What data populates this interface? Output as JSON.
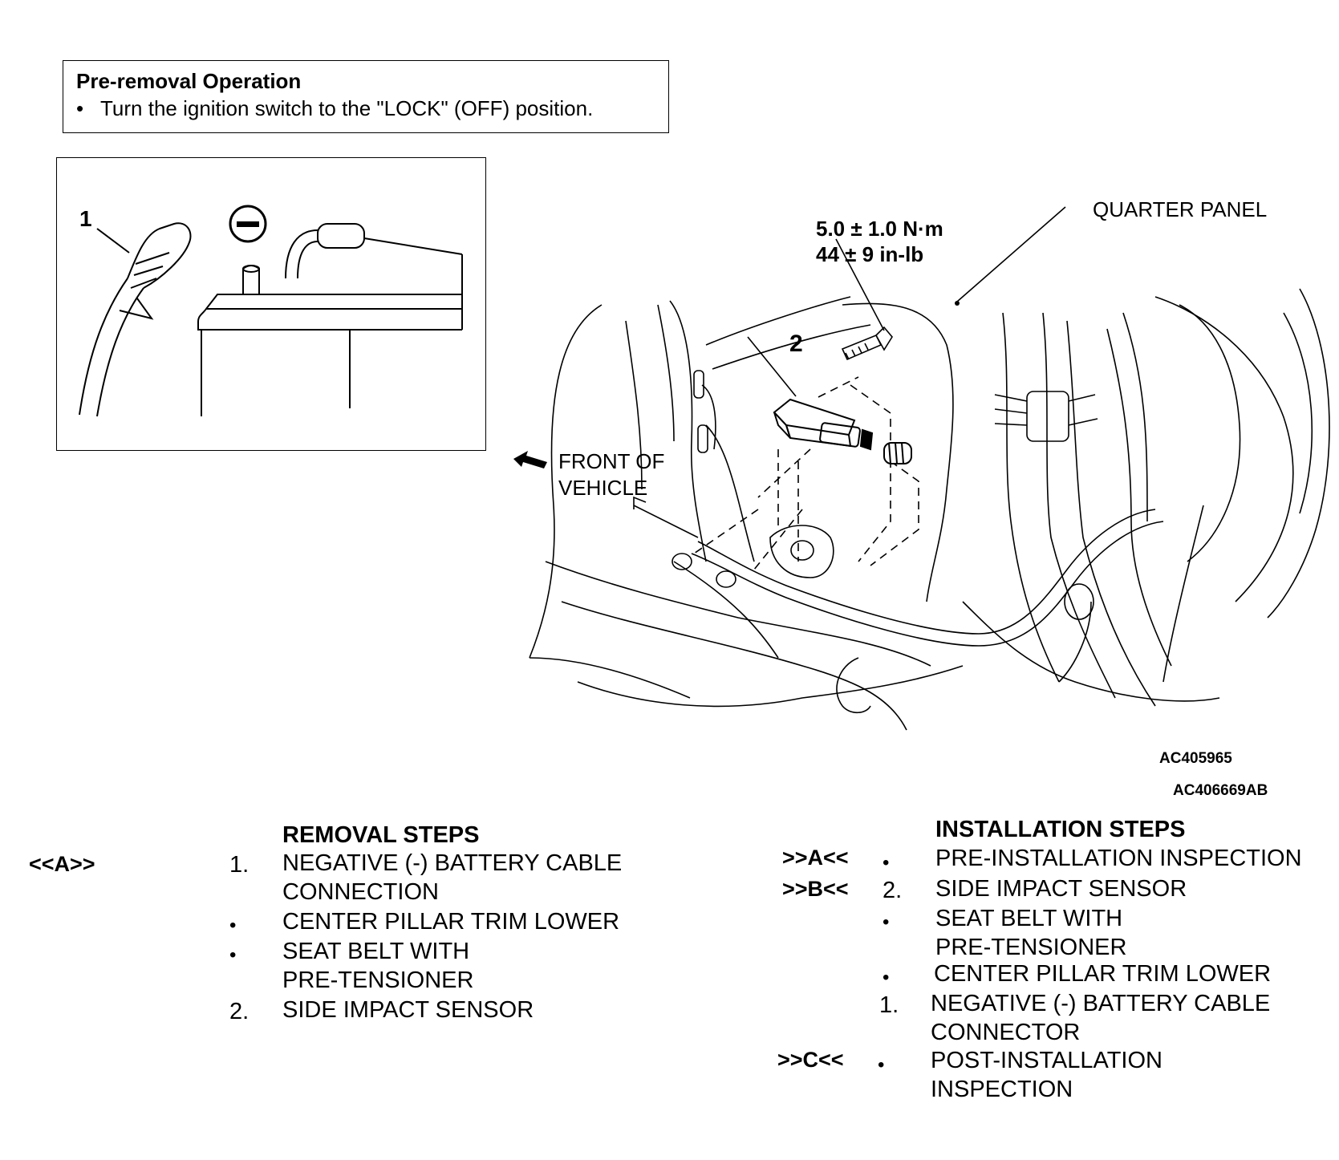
{
  "pre_removal": {
    "title": "Pre-removal Operation",
    "item": "Turn the ignition switch to the \"LOCK\" (OFF) position.",
    "bullet": "•"
  },
  "battery_figure": {
    "callout_1": "1",
    "negative_symbol": "minus-circle-icon"
  },
  "main_figure": {
    "torque_nm": "5.0 ± 1.0 N·m",
    "torque_inlb": "44 ± 9 in-lb",
    "quarter_panel": "QUARTER PANEL",
    "callout_2": "2",
    "front_line1": "FRONT OF",
    "front_line2": "VEHICLE",
    "code_inner": "AC405965",
    "code_outer": "AC406669AB"
  },
  "removal": {
    "heading": "REMOVAL STEPS",
    "ref_a": "<<A>>",
    "steps": [
      {
        "num": "1.",
        "line1": "NEGATIVE (-) BATTERY CABLE",
        "line2": "CONNECTION"
      },
      {
        "num": "•",
        "line1": "CENTER PILLAR TRIM LOWER"
      },
      {
        "num": "•",
        "line1": "SEAT BELT WITH",
        "line2": "PRE-TENSIONER"
      },
      {
        "num": "2.",
        "line1": "SIDE IMPACT SENSOR"
      }
    ]
  },
  "installation": {
    "heading": "INSTALLATION STEPS",
    "steps": [
      {
        "ref": ">>A<<",
        "num": "•",
        "line1": "PRE-INSTALLATION INSPECTION"
      },
      {
        "ref": ">>B<<",
        "num": "2.",
        "line1": "SIDE IMPACT SENSOR"
      },
      {
        "ref": "",
        "num": "•",
        "line1": "SEAT BELT WITH",
        "line2": "PRE-TENSIONER"
      },
      {
        "ref": "",
        "num": "•",
        "line1": "CENTER PILLAR TRIM LOWER"
      },
      {
        "ref": "",
        "num": "1.",
        "line1": "NEGATIVE (-) BATTERY CABLE",
        "line2": "CONNECTOR"
      },
      {
        "ref": ">>C<<",
        "num": "•",
        "line1": "POST-INSTALLATION",
        "line2": "INSPECTION"
      }
    ]
  }
}
